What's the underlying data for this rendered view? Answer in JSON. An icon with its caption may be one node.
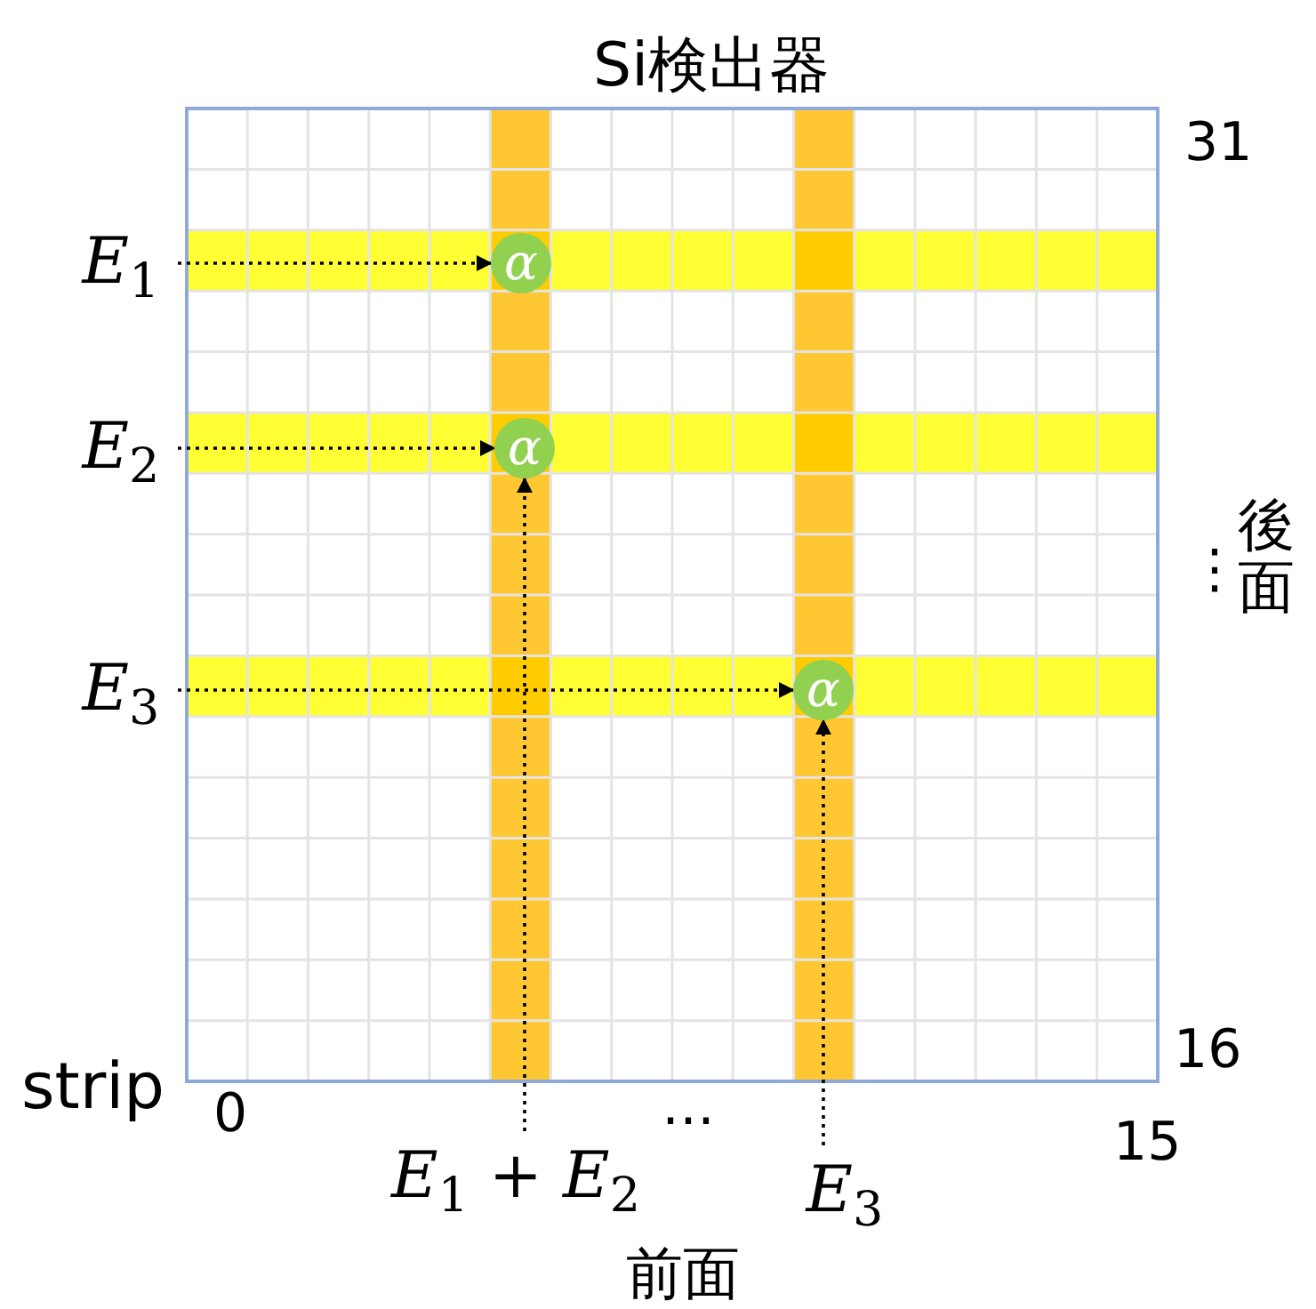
{
  "diagram": {
    "title": "Si検出器",
    "nodes": [
      {
        "text": [
          "*E*$_{1}$"
        ]
      },
      {
        "text": [
          "α"
        ]
      },
      {
        "text": [
          "*E*$_{2}$"
        ]
      },
      {
        "text": [
          "α"
        ]
      },
      {
        "text": [
          "*E*$_{3}$"
        ]
      },
      {
        "text": [
          "α"
        ]
      },
      {
        "text": [
          "*E*$_{1}$ + *E*$_{2}$"
        ]
      },
      {
        "text": [
          "*E*$_{3}$"
        ]
      }
    ],
    "edges": [
      {
        "from": 0,
        "to": 1,
        "arrow": "to",
        "style": "dashed"
      },
      {
        "from": 2,
        "to": 3,
        "arrow": "to",
        "style": "dashed"
      },
      {
        "from": 4,
        "to": 5,
        "arrow": "to",
        "style": "dashed"
      },
      {
        "from": 6,
        "to": 3,
        "arrow": "to",
        "style": "dashed"
      },
      {
        "from": 7,
        "to": 5,
        "arrow": "to",
        "style": "dashed"
      }
    ],
    "labels": [
      "31",
      "⋮",
      "後面",
      "16",
      "strip",
      "0",
      "…",
      "15",
      "前面"
    ]
  }
}
